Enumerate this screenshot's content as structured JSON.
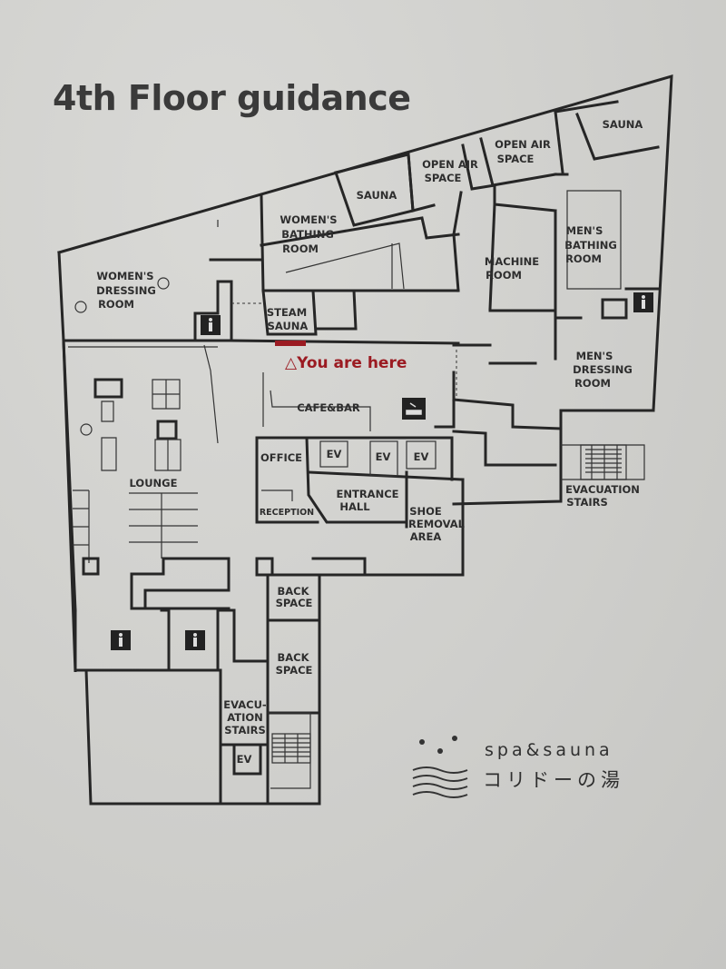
{
  "title": "4th Floor guidance",
  "you_are_here": "△You are here",
  "rooms": {
    "sauna_top": "SAUNA",
    "open_air_space_1": [
      "OPEN AIR",
      "SPACE"
    ],
    "open_air_space_2": [
      "OPEN AIR",
      "SPACE"
    ],
    "sauna_mid": "SAUNA",
    "womens_bathing_room": [
      "WOMEN'S",
      "BATHING",
      "ROOM"
    ],
    "womens_dressing_room": [
      "WOMEN'S",
      "DRESSING",
      "ROOM"
    ],
    "steam_sauna": [
      "STEAM",
      "SAUNA"
    ],
    "machine_room": [
      "MACHINE",
      "ROOM"
    ],
    "mens_bathing_room": [
      "MEN'S",
      "BATHING",
      "ROOM"
    ],
    "mens_dressing_room": [
      "MEN'S",
      "DRESSING",
      "ROOM"
    ],
    "cafe_bar": "CAFE&BAR",
    "office": "OFFICE",
    "ev1": "EV",
    "ev2": "EV",
    "ev3": "EV",
    "ev4": "EV",
    "entrance_hall": [
      "ENTRANCE",
      "HALL"
    ],
    "reception": "RECEPTION",
    "shoe_removal_area": [
      "SHOE",
      "REMOVAL",
      "AREA"
    ],
    "lounge": "LOUNGE",
    "evacuation_stairs_right": [
      "EVACUATION",
      "STAIRS"
    ],
    "evacuation_stairs_left": [
      "EVACU-",
      "ATION",
      "STAIRS"
    ],
    "back_space_1": [
      "BACK",
      "SPACE"
    ],
    "back_space_2": [
      "BACK",
      "SPACE"
    ]
  },
  "brand": {
    "name_en": "spa&sauna",
    "name_ja": "コリドーの湯"
  },
  "colors": {
    "wall": "#262626",
    "you_are_here": "#9b1b22",
    "board": "#cfcfcc"
  },
  "icons": [
    "toilet-icon",
    "smoking-area-icon",
    "stairs-icon",
    "brand-logo-waves-icon"
  ]
}
